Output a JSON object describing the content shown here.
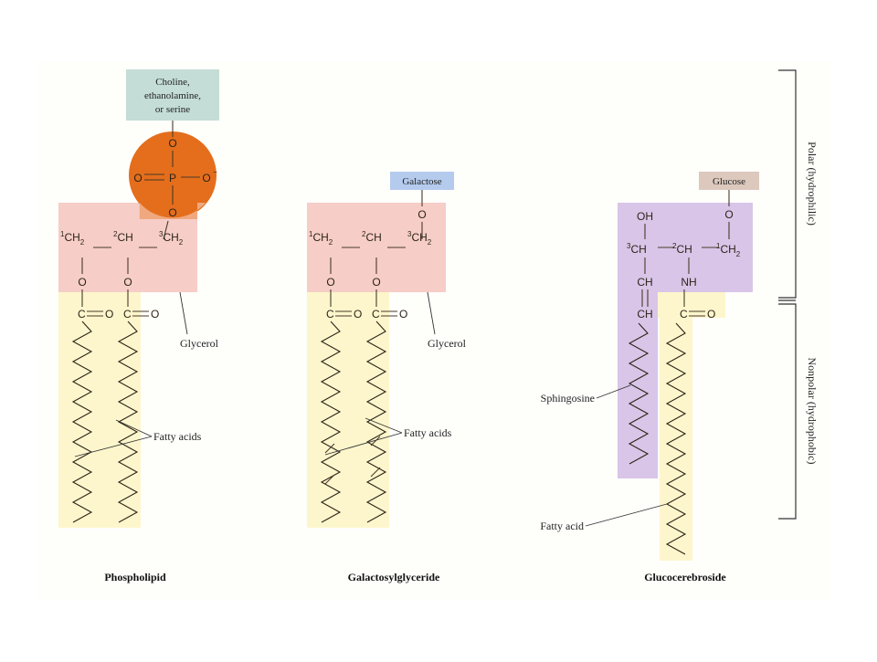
{
  "phospholipid": {
    "head_label_lines": [
      "Choline,",
      "ethanolamine,",
      "or serine"
    ],
    "glycerol_label": "Glycerol",
    "fatty_acids_label": "Fatty acids",
    "title": "Phospholipid",
    "phosphate_o_top": "O",
    "phosphate_o_left": "O",
    "phosphate_p": "P",
    "phosphate_o_minus": "O",
    "phosphate_o_bottom": "O"
  },
  "galactosylglyceride": {
    "head_label": "Galactose",
    "glycerol_label": "Glycerol",
    "fatty_acids_label": "Fatty acids",
    "title": "Galactosylglyceride",
    "head_o": "O"
  },
  "glucocerebroside": {
    "head_label": "Glucose",
    "sphingosine_label": "Sphingosine",
    "fatty_acid_label": "Fatty acid",
    "title": "Glucocerebroside",
    "head_o": "O",
    "oh": "OH",
    "nh": "NH"
  },
  "brackets": {
    "polar": "Polar (hydrophilic)",
    "nonpolar": "Nonpolar (hydrophobic)"
  },
  "colors": {
    "head_box_green": "#c4ddd6",
    "phosphate_orange": "#e46e1c",
    "glycerol_pink": "#f6cdc7",
    "fatty_yellow": "#fdf6cc",
    "galactose_blue": "#b5cbee",
    "glucose_tan": "#dcc8bd",
    "sphingosine_purple": "#d8c5e8",
    "panel_background": "#fefefb"
  }
}
